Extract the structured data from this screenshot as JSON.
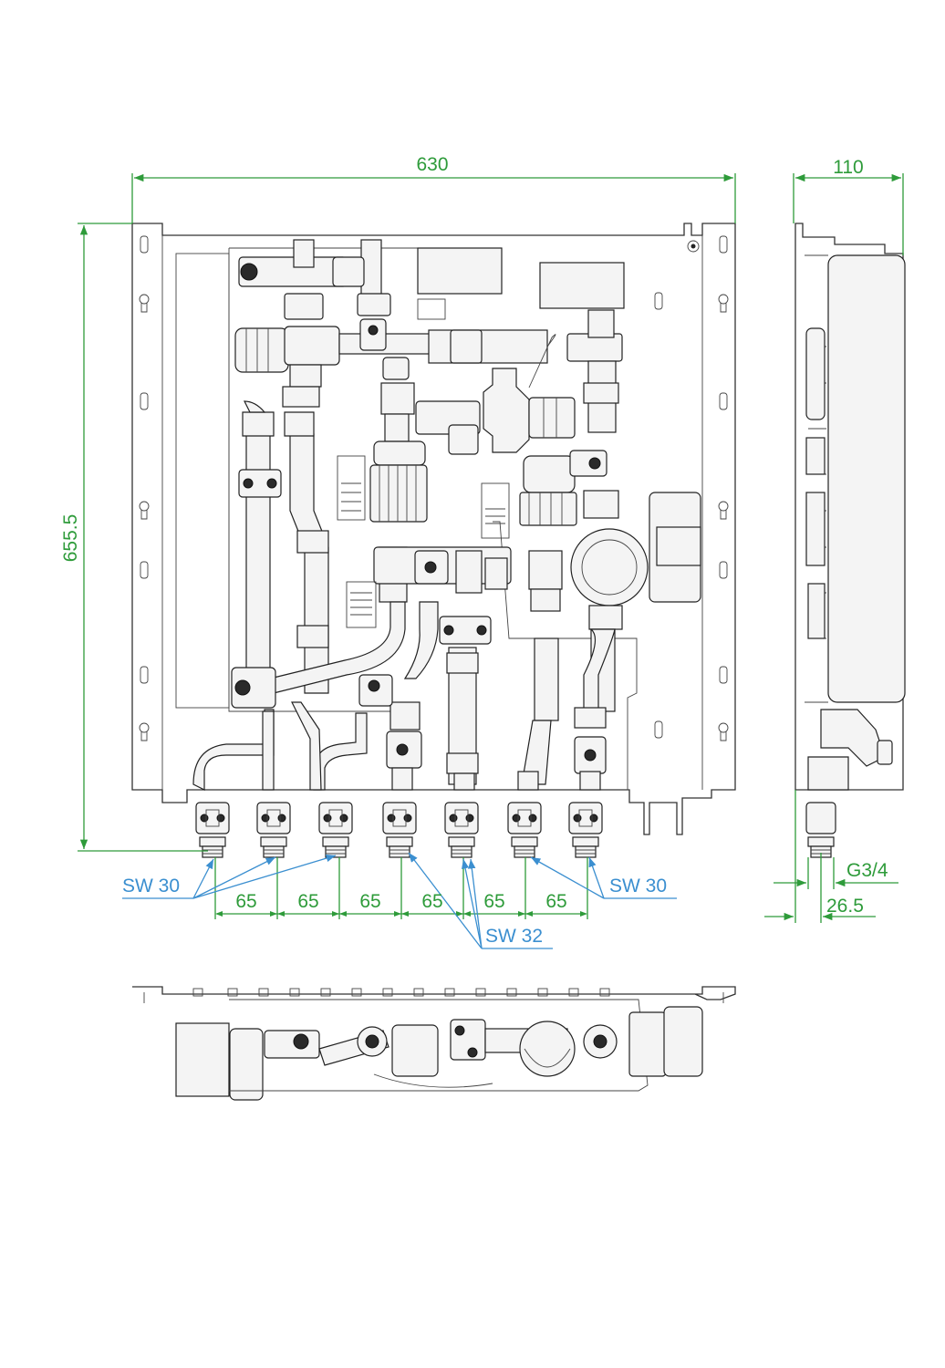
{
  "dimensions": {
    "width": "630",
    "height": "655.5",
    "depth": "110",
    "spacing": [
      "65",
      "65",
      "65",
      "65",
      "65",
      "65"
    ],
    "thread": "G3/4",
    "offset": "26.5"
  },
  "callouts": {
    "sw30_left": "SW 30",
    "sw30_right": "SW 30",
    "sw32": "SW 32"
  },
  "colors": {
    "dimension": "#2e9b3a",
    "callout": "#3b8fd0",
    "outline": "#222222"
  }
}
